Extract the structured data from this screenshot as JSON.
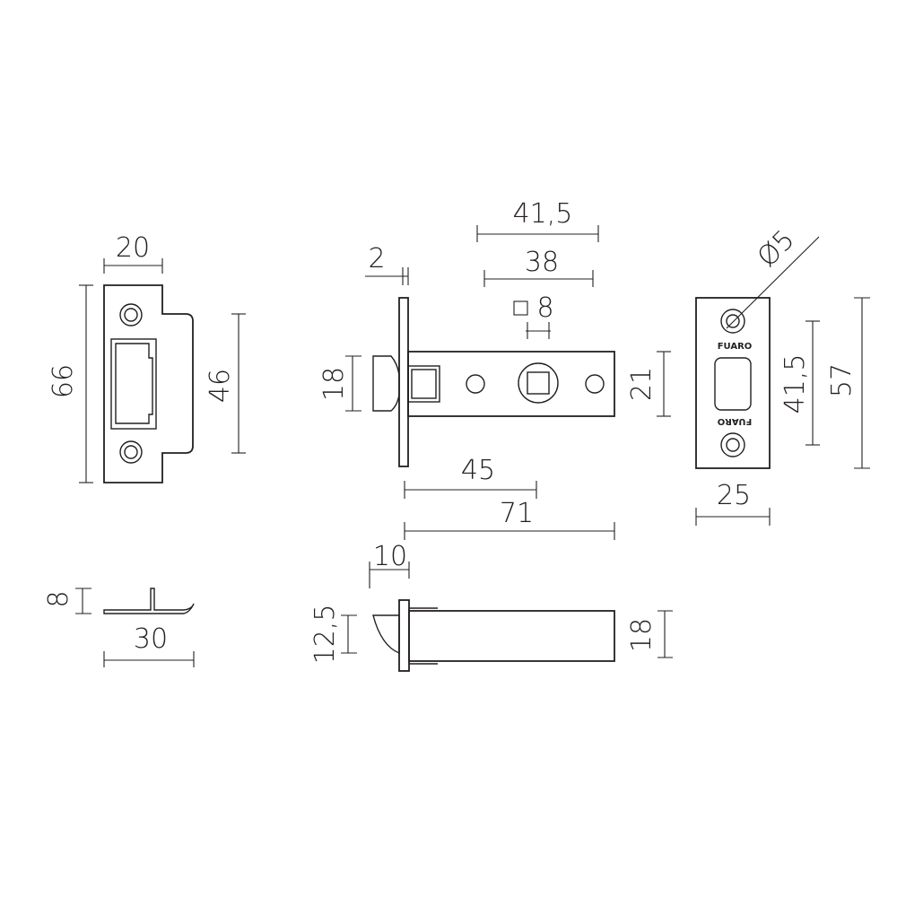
{
  "strike_plate": {
    "width": "20",
    "height": "66",
    "opening_height": "46"
  },
  "strike_side": {
    "depth": "8",
    "length": "30"
  },
  "latch_body": {
    "faceplate_thickness": "2",
    "length_41_5": "41,5",
    "length_38": "38",
    "spindle_square": "8",
    "bolt_height": "18",
    "body_height": "21",
    "backset": "45",
    "overall_length": "71"
  },
  "faceplate": {
    "screw_hole_diameter": "Ø5",
    "hole_spacing": "41,5",
    "height": "57",
    "width": "25",
    "brand_top": "FUARO",
    "brand_bottom": "FUARO"
  },
  "latch_top": {
    "bolt_projection": "10",
    "bolt_thickness": "12,5",
    "body_thickness": "18"
  }
}
